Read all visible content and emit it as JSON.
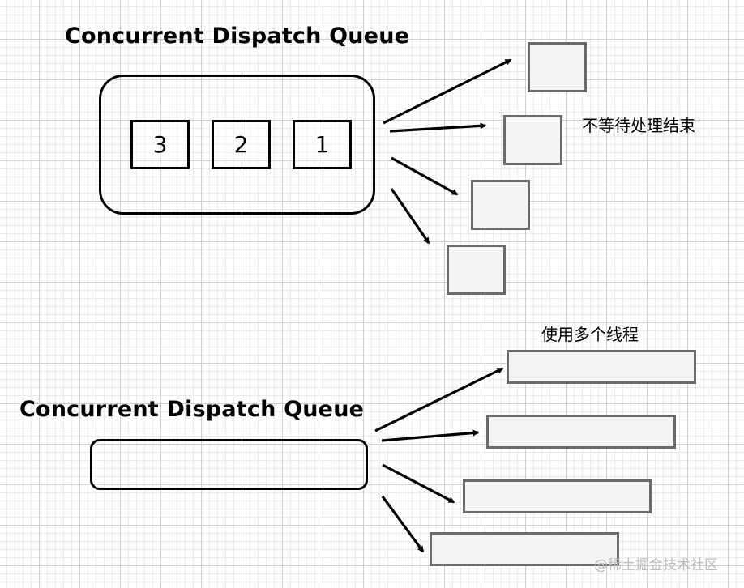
{
  "top": {
    "title": "Concurrent Dispatch Queue",
    "tasks": [
      "3",
      "2",
      "1"
    ],
    "note": "不等待处理结束"
  },
  "bottom": {
    "title": "Concurrent Dispatch Queue",
    "note": "使用多个线程"
  },
  "watermark": "@稀土掘金技术社区"
}
